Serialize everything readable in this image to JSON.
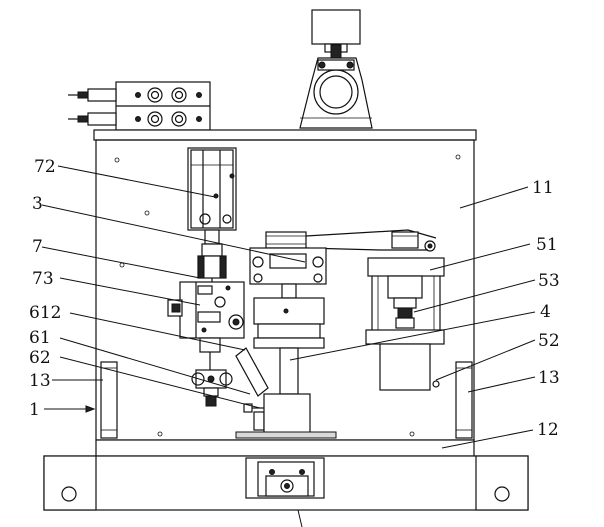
{
  "figure": {
    "callouts": [
      {
        "id": "c72",
        "text": "72"
      },
      {
        "id": "c3",
        "text": "3"
      },
      {
        "id": "c7",
        "text": "7"
      },
      {
        "id": "c73",
        "text": "73"
      },
      {
        "id": "c612",
        "text": "612"
      },
      {
        "id": "c61",
        "text": "61"
      },
      {
        "id": "c62",
        "text": "62"
      },
      {
        "id": "c13l",
        "text": "13"
      },
      {
        "id": "c1",
        "text": "1"
      },
      {
        "id": "c11",
        "text": "11"
      },
      {
        "id": "c51",
        "text": "51"
      },
      {
        "id": "c53",
        "text": "53"
      },
      {
        "id": "c4",
        "text": "4"
      },
      {
        "id": "c52",
        "text": "52"
      },
      {
        "id": "c13r",
        "text": "13"
      },
      {
        "id": "c12",
        "text": "12"
      }
    ]
  }
}
